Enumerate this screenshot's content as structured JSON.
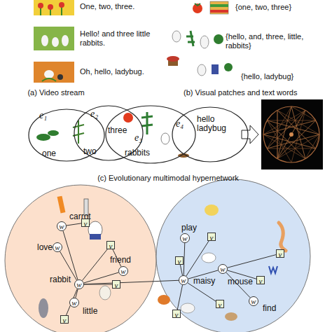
{
  "diagram": {
    "nodes": [
      {
        "text": [
          "e₁",
          "one"
        ]
      },
      {
        "text": [
          "e₂",
          "two"
        ]
      },
      {
        "text": [
          "e₃",
          "three",
          "rabbits"
        ]
      },
      {
        "text": [
          "e₄",
          "hello ladybug"
        ]
      },
      {
        "text": [
          "w",
          "carrot"
        ]
      },
      {
        "text": [
          "w",
          "love"
        ]
      },
      {
        "text": [
          "w",
          "rabbit"
        ]
      },
      {
        "text": [
          "w",
          "little"
        ]
      },
      {
        "text": [
          "w",
          "friend"
        ]
      },
      {
        "text": [
          "w",
          "maisy"
        ]
      },
      {
        "text": [
          "w",
          "mouse"
        ]
      },
      {
        "text": [
          "w",
          "play"
        ]
      },
      {
        "text": [
          "w",
          "find"
        ]
      },
      {
        "text": [
          "v"
        ]
      },
      {
        "text": [
          "v"
        ]
      },
      {
        "text": [
          "v"
        ]
      },
      {
        "text": [
          "v"
        ]
      },
      {
        "text": [
          "v"
        ]
      },
      {
        "text": [
          "v"
        ]
      },
      {
        "text": [
          "v"
        ]
      },
      {
        "text": [
          "v"
        ]
      },
      {
        "text": [
          "v"
        ]
      },
      {
        "text": [
          "v"
        ]
      }
    ],
    "edges": [
      {
        "from": 4,
        "to": 13,
        "arrow": "none"
      },
      {
        "from": 4,
        "to": 6,
        "arrow": "none"
      },
      {
        "from": 5,
        "to": 6,
        "arrow": "none"
      },
      {
        "from": 6,
        "to": 7,
        "arrow": "none"
      },
      {
        "from": 6,
        "to": 8,
        "arrow": "none"
      },
      {
        "from": 6,
        "to": 14,
        "arrow": "none"
      },
      {
        "from": 6,
        "to": 15,
        "arrow": "none"
      },
      {
        "from": 6,
        "to": 16,
        "arrow": "none"
      },
      {
        "from": 6,
        "to": 9,
        "arrow": "none"
      },
      {
        "from": 8,
        "to": 14,
        "arrow": "none"
      },
      {
        "from": 9,
        "to": 11,
        "arrow": "none"
      },
      {
        "from": 9,
        "to": 17,
        "arrow": "none"
      },
      {
        "from": 9,
        "to": 18,
        "arrow": "none"
      },
      {
        "from": 9,
        "to": 10,
        "arrow": "none"
      },
      {
        "from": 9,
        "to": 21,
        "arrow": "none"
      },
      {
        "from": 9,
        "to": 22,
        "arrow": "none"
      },
      {
        "from": 10,
        "to": 19,
        "arrow": "none"
      },
      {
        "from": 10,
        "to": 20,
        "arrow": "none"
      },
      {
        "from": 10,
        "to": 12,
        "arrow": "none"
      }
    ],
    "labels": [
      "One, two, three.",
      "Hello! and three little rabbits.",
      "Oh, hello, ladybug.",
      "(a) Video stream",
      "{one, two, three}",
      "{hello, and, three, little, rabbits}",
      "{hello, ladybug}",
      "(b) Visual patches and text words",
      "(c) Evolutionary multimodal hypernetwork"
    ]
  }
}
